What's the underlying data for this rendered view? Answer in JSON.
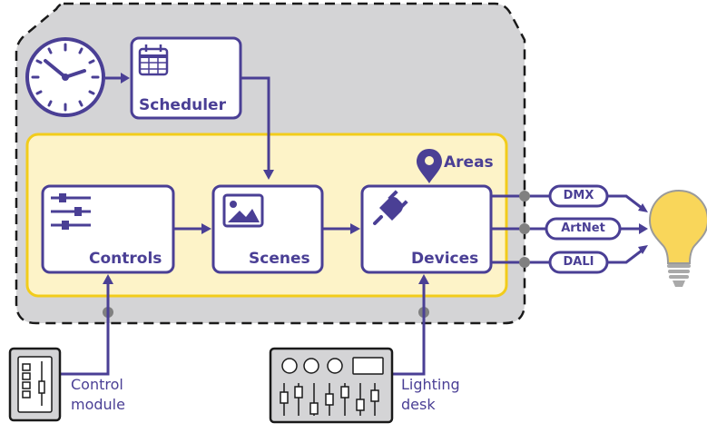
{
  "system": {
    "scheduler": "Scheduler",
    "areas": "Areas",
    "controls": "Controls",
    "scenes": "Scenes",
    "devices": "Devices"
  },
  "outputs": [
    "DMX",
    "ArtNet",
    "DALI"
  ],
  "external": {
    "control_module": [
      "Control",
      "module"
    ],
    "lighting_desk": [
      "Lighting",
      "desk"
    ]
  },
  "icons": [
    "clock-icon",
    "calendar-icon",
    "map-pin-icon",
    "sliders-icon",
    "image-icon",
    "plug-icon",
    "light-bulb-icon"
  ],
  "colors": {
    "primary": "#4a3f95",
    "system_bg": "#d4d4d6",
    "areas_bg": "#fdf3c8",
    "areas_border": "#f2cc1b",
    "connector": "#808080",
    "bulb": "#f9d65a"
  }
}
